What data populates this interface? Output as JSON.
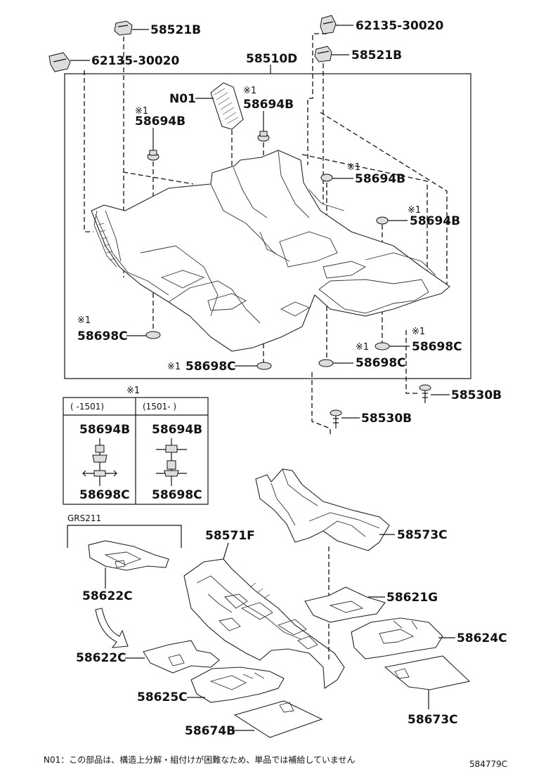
{
  "callouts": {
    "c58521b_top": "58521B",
    "c62135_left": "62135-30020",
    "c62135_right": "62135-30020",
    "c58521b_right": "58521B",
    "c58510d": "58510D",
    "n01": "N01",
    "c58694b_1": "58694B",
    "c58694b_2": "58694B",
    "c58694b_3": "58694B",
    "c58694b_4": "58694B",
    "c58698c_1": "58698C",
    "c58698c_2": "58698C",
    "c58698c_3": "58698C",
    "c58698c_4": "58698C",
    "c58530b_1": "58530B",
    "c58530b_2": "58530B",
    "c58571f": "58571F",
    "c58573c": "58573C",
    "c58622c_1": "58622C",
    "c58622c_2": "58622C",
    "c58621g": "58621G",
    "c58624c": "58624C",
    "c58625c": "58625C",
    "c58673c": "58673C",
    "c58674b": "58674B"
  },
  "marks": {
    "ref": "※1",
    "ref_mark": "※",
    "ref_num": "1"
  },
  "legend_table": {
    "header_mark": "※1",
    "col1_range": "(      -1501)",
    "col2_range": "(1501-      )",
    "col1_top": "58694B",
    "col1_bottom": "58698C",
    "col2_top": "58694B",
    "col2_bottom": "58698C"
  },
  "group_label": "GRS211",
  "footnote": "N01：この部品は、構造上分解・組付けが困難なため、単品では補給していません",
  "drawing_number": "584779C"
}
